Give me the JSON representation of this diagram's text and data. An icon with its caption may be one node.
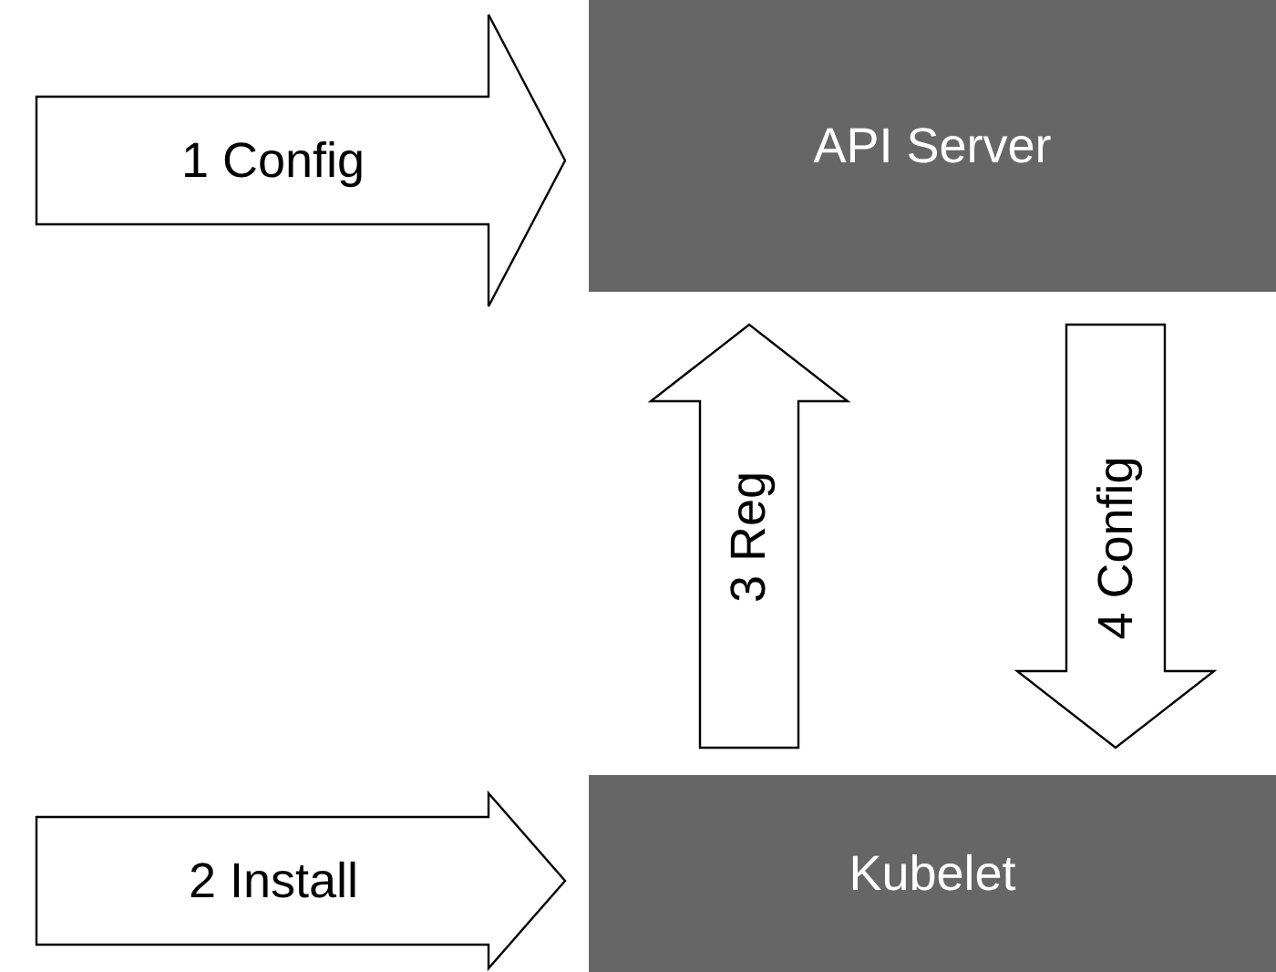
{
  "diagram": {
    "nodes": [
      {
        "text": [
          "API Server"
        ]
      },
      {
        "text": [
          "Kubelet"
        ]
      }
    ],
    "edges": [
      {
        "from": null,
        "to": 0,
        "arrow": "to",
        "label": "1 Config"
      },
      {
        "from": null,
        "to": 1,
        "arrow": "to",
        "label": "2 Install"
      },
      {
        "from": 1,
        "to": 0,
        "arrow": "to",
        "label": "3 Reg"
      },
      {
        "from": 0,
        "to": 1,
        "arrow": "to",
        "label": "4 Config"
      }
    ]
  }
}
